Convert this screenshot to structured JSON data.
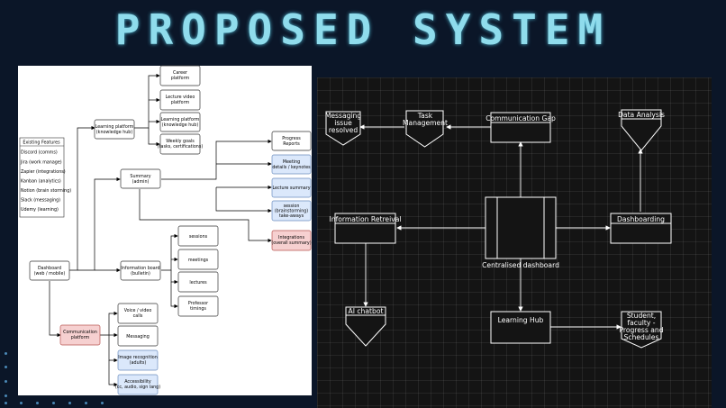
{
  "title": "PROPOSED SYSTEM",
  "left_diagram": {
    "existing_features": {
      "header": "Existing Features",
      "items": [
        "Discord (comms)",
        "Jira (work manage)",
        "Zapier (integrations)",
        "Kanban (analytics)",
        "Notion (brain storming)",
        "Slack (messaging)",
        "Udemy (learning)"
      ]
    },
    "dashboard": [
      "Dashboard",
      "(web / mobile)"
    ],
    "learning_platform": [
      "Learning platform",
      "(knowledge hub)"
    ],
    "career": [
      "Career",
      "platform"
    ],
    "lecture_video": [
      "Lecture video",
      "platform"
    ],
    "learning_platform_kh": [
      "Learning platform",
      "(knowledge hub)"
    ],
    "weekly_goals": [
      "Weekly goals",
      "(tasks, certifications)"
    ],
    "summary": [
      "Summary",
      "(admin)"
    ],
    "progress_reports": [
      "Progress",
      "Reports"
    ],
    "meeting_details": [
      "Meeting",
      "details / keynotes"
    ],
    "lecture_summary": [
      "Lecture summary"
    ],
    "session": [
      "session",
      "(brainstorming)",
      "take-aways"
    ],
    "integrations": [
      "Integrations",
      "(overall summary)"
    ],
    "information_board": [
      "Information board",
      "(bulletin)"
    ],
    "sessions": [
      "sessions"
    ],
    "meetings": [
      "meetings"
    ],
    "lectures": [
      "lectures"
    ],
    "professor_timings": [
      "Professor",
      "timings"
    ],
    "communication_platform": [
      "Communication",
      "platform"
    ],
    "voice_video": [
      "Voice / video",
      "calls"
    ],
    "messaging": [
      "Messaging"
    ],
    "image_recognition": [
      "Image recognition",
      "(adults)"
    ],
    "accessibility": [
      "Accessibility",
      "(cc, audio, sign lang)"
    ]
  },
  "right_diagram": {
    "messaging_issue": [
      "Messaging",
      "issue",
      "resolved"
    ],
    "task_management": [
      "Task",
      "Management"
    ],
    "communication_gap": "Communication Gap",
    "data_analysis": "Data Analysis",
    "information_retreival": "Information Retreival",
    "dashboarding": "Dashboarding",
    "centralised_dashboard": "Centralised dashboard",
    "ai_chatbot": "AI chatbot",
    "learning_hub": "Learning Hub",
    "student_faculty": [
      "Student,",
      "faculty -",
      "Progress and",
      "Schedules"
    ]
  },
  "colors": {
    "background": "#0b1628",
    "title": "#8fdcec",
    "blue_box": "#dbe8fb",
    "red_box": "#f6d0d0",
    "dark_panel": "#141414"
  }
}
